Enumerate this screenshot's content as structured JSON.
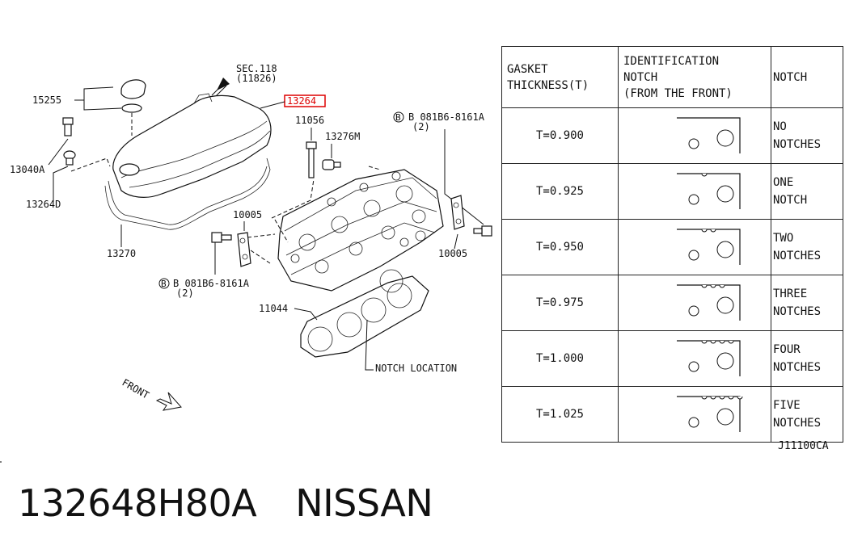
{
  "diagram": {
    "labels": {
      "sec": "SEC.118",
      "sec_sub": "(11826)",
      "cap": "15255",
      "highlight": "13264",
      "bolt_13040a": "13040A",
      "washer_13264d": "13264D",
      "gasket_13270": "13270",
      "stud_11056": "11056",
      "plug_13276m": "13276M",
      "bolt_right": "B 081B6-8161A",
      "bolt_right_qty": "(2)",
      "bracket_left": "10005",
      "bracket_right": "10005",
      "bolt_left": "B 081B6-8161A",
      "bolt_left_qty": "(2)",
      "head_gasket": "11044",
      "notch_location": "NOTCH LOCATION",
      "front": "FRONT"
    }
  },
  "table": {
    "headers": [
      "GASKET THICKNESS(T)",
      "IDENTIFICATION NOTCH (FROM THE FRONT)",
      "NOTCH"
    ],
    "header_lines": [
      [
        "GASKET",
        "THICKNESS(T)"
      ],
      [
        "IDENTIFICATION",
        "NOTCH",
        "(FROM THE FRONT)"
      ],
      [
        "NOTCH"
      ]
    ],
    "rows": [
      {
        "thickness": "T=0.900",
        "notch_line1": "NO",
        "notch_line2": "NOTCHES",
        "notches": 0
      },
      {
        "thickness": "T=0.925",
        "notch_line1": "ONE",
        "notch_line2": "NOTCH",
        "notches": 1
      },
      {
        "thickness": "T=0.950",
        "notch_line1": "TWO",
        "notch_line2": "NOTCHES",
        "notches": 2
      },
      {
        "thickness": "T=0.975",
        "notch_line1": "THREE",
        "notch_line2": "NOTCHES",
        "notches": 3
      },
      {
        "thickness": "T=1.000",
        "notch_line1": "FOUR",
        "notch_line2": "NOTCHES",
        "notches": 4
      },
      {
        "thickness": "T=1.025",
        "notch_line1": "FIVE",
        "notch_line2": "NOTCHES",
        "notches": 5
      }
    ]
  },
  "reference_code": "J11100CA",
  "footer": {
    "part_number": "132648H80A",
    "brand": "NISSAN"
  }
}
